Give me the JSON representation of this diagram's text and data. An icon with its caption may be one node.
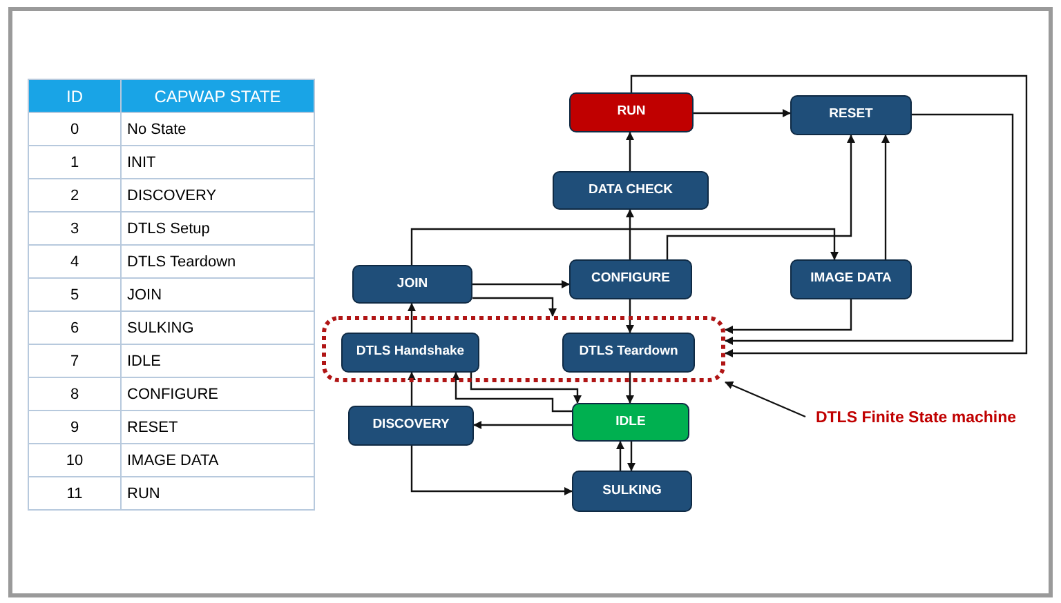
{
  "diagram": {
    "nodes": [
      {
        "text": [
          "RUN"
        ]
      },
      {
        "text": [
          "RESET"
        ]
      },
      {
        "text": [
          "DATA CHECK"
        ]
      },
      {
        "text": [
          "JOIN"
        ]
      },
      {
        "text": [
          "CONFIGURE"
        ]
      },
      {
        "text": [
          "IMAGE DATA"
        ]
      },
      {
        "text": [],
        "shape": "box"
      },
      {
        "text": [
          "DTLS Handshake"
        ],
        "in": 6
      },
      {
        "text": [
          "DTLS Teardown"
        ],
        "in": 6
      },
      {
        "text": [
          "DISCOVERY"
        ]
      },
      {
        "text": [
          "IDLE"
        ]
      },
      {
        "text": [
          "SULKING"
        ]
      },
      {
        "text": [
          "DTLS Finite State machine"
        ]
      }
    ],
    "edges": [
      {
        "from": 2,
        "to": 0,
        "arrow": "to"
      },
      {
        "from": 0,
        "to": 1,
        "arrow": "to"
      },
      {
        "from": 4,
        "to": 2,
        "arrow": "to"
      },
      {
        "from": 3,
        "to": 4,
        "arrow": "to"
      },
      {
        "from": 3,
        "to": 6,
        "arrow": "to"
      },
      {
        "from": 3,
        "to": 5,
        "arrow": "to"
      },
      {
        "from": 4,
        "to": 1,
        "arrow": "to"
      },
      {
        "from": 5,
        "to": 1,
        "arrow": "to"
      },
      {
        "from": 4,
        "to": 8,
        "arrow": "to"
      },
      {
        "from": 5,
        "to": 6,
        "arrow": "to"
      },
      {
        "from": 1,
        "to": 6,
        "arrow": "to"
      },
      {
        "from": 0,
        "to": 6,
        "arrow": "to"
      },
      {
        "from": 8,
        "to": 10,
        "arrow": "to"
      },
      {
        "from": 9,
        "to": 7,
        "arrow": "to"
      },
      {
        "from": 7,
        "to": 3,
        "arrow": "to"
      },
      {
        "from": 10,
        "to": 9,
        "arrow": "to"
      },
      {
        "from": 9,
        "to": 11,
        "arrow": "to"
      },
      {
        "from": 11,
        "to": 10,
        "arrow": "to"
      },
      {
        "from": 10,
        "to": 11,
        "arrow": "to"
      },
      {
        "from": 10,
        "to": 7,
        "arrow": "to"
      },
      {
        "from": 7,
        "to": 10,
        "arrow": "to"
      },
      {
        "from": 12,
        "to": 6,
        "arrow": "to"
      }
    ],
    "labels": [
      "ID",
      "CAPWAP STATE",
      "0",
      "No State",
      "1",
      "INIT",
      "2",
      "DISCOVERY",
      "3",
      "DTLS Setup",
      "4",
      "DTLS Teardown",
      "5",
      "JOIN",
      "6",
      "SULKING",
      "7",
      "IDLE",
      "8",
      "CONFIGURE",
      "9",
      "RESET",
      "10",
      "IMAGE DATA",
      "11",
      "RUN"
    ]
  }
}
